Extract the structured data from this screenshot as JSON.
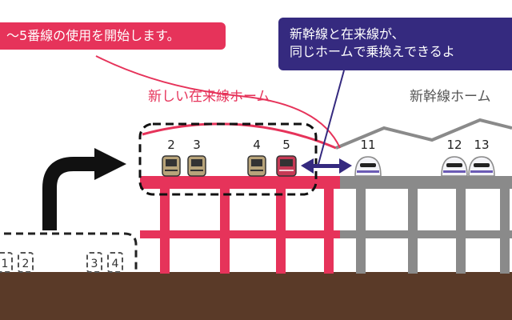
{
  "callout_red": {
    "text": "～5番線の使用を開始します。",
    "color": "#e6335a"
  },
  "callout_blue": {
    "line1": "新幹線と在来線が、",
    "line2": "同じホームで乗換えできるよ",
    "color": "#352a7f"
  },
  "label_new_platform": {
    "text": "新しい在来線ホーム",
    "color": "#e6335a"
  },
  "label_shinkansen_platform": {
    "text": "新幹線ホーム",
    "color": "#555555"
  },
  "track_numbers": {
    "new_platform": [
      "2",
      "3",
      "4",
      "5"
    ],
    "shinkansen": [
      "11",
      "12",
      "13"
    ],
    "old_tracks": [
      "1",
      "2",
      "3",
      "4"
    ]
  },
  "icons": [
    "local-train-icon",
    "shinkansen-icon",
    "double-arrow-icon",
    "curved-arrow-icon"
  ],
  "colors": {
    "red": "#e6335a",
    "gray": "#8a8a8a",
    "ground": "#5a3a28",
    "navy": "#352a7f"
  }
}
